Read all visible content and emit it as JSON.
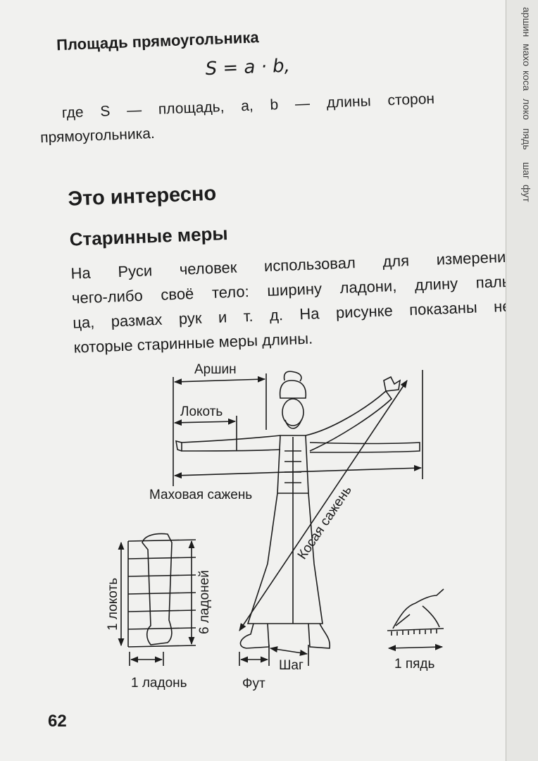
{
  "rect_area": {
    "heading": "Площадь прямоугольника",
    "formula": "S = a · b,",
    "explanation_line1": "где S — площадь, a, b — длины сторон",
    "explanation_line2": "прямоугольника."
  },
  "section": {
    "title": "Это интересно",
    "subtitle": "Старинные меры",
    "paragraph_lines": [
      "На Руси человек использовал для измерения",
      "чего-либо своё тело: ширину ладони, длину паль-",
      "ца, размах рук и т. д. На рисунке показаны не-",
      "которые старинные меры длины."
    ]
  },
  "figure": {
    "labels": {
      "arshin": "Аршин",
      "lokot": "Локоть",
      "makhovaya": "Маховая сажень",
      "kosaya": "Косая сажень",
      "one_lokot": "1 локоть",
      "six_ladoney": "6 ладоней",
      "one_ladon": "1 ладонь",
      "fut": "Фут",
      "shag": "Шаг",
      "one_pyad": "1 пядь"
    }
  },
  "page_number": "62",
  "edge_words": [
    "аршин",
    "махо",
    "коса",
    "локо",
    "пядь",
    "шаг",
    "фут"
  ]
}
